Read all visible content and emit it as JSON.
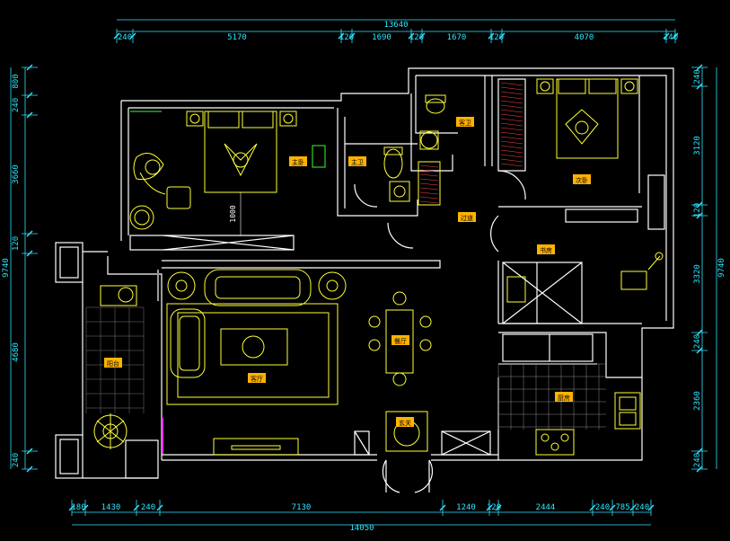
{
  "drawing": {
    "top_total": "13640",
    "top_segments": [
      "240",
      "5170",
      "120",
      "1690",
      "120",
      "1670",
      "120",
      "4070",
      "240"
    ],
    "bottom_total": "14050",
    "bottom_segments": [
      "180",
      "1430",
      "240",
      "7130",
      "1240",
      "120",
      "2444",
      "240",
      "785",
      "240"
    ],
    "left_total": "9740",
    "left_segments": [
      "800",
      "240",
      "3660",
      "120",
      "4680",
      "240"
    ],
    "right_total": "9740",
    "right_segments": [
      "240",
      "3120",
      "120",
      "3320",
      "240",
      "2360",
      "240"
    ],
    "door_dim": "1000",
    "rooms": {
      "master_bedroom": "主卧",
      "master_bath": "主卫",
      "guest_bath": "客卫",
      "second_bedroom": "次卧",
      "corridor": "过道",
      "study": "书房",
      "balcony": "阳台",
      "living_room": "客厅",
      "dining_room": "餐厅",
      "kitchen": "厨房",
      "entrance": "玄关"
    }
  },
  "colors": {
    "background": "#000000",
    "wall": "#ffffff",
    "dimension": "#2ee6ff",
    "furniture": "#ffff33",
    "label_bg": "#ffb300",
    "accent_green": "#33ff33",
    "accent_magenta": "#ff33ff"
  }
}
